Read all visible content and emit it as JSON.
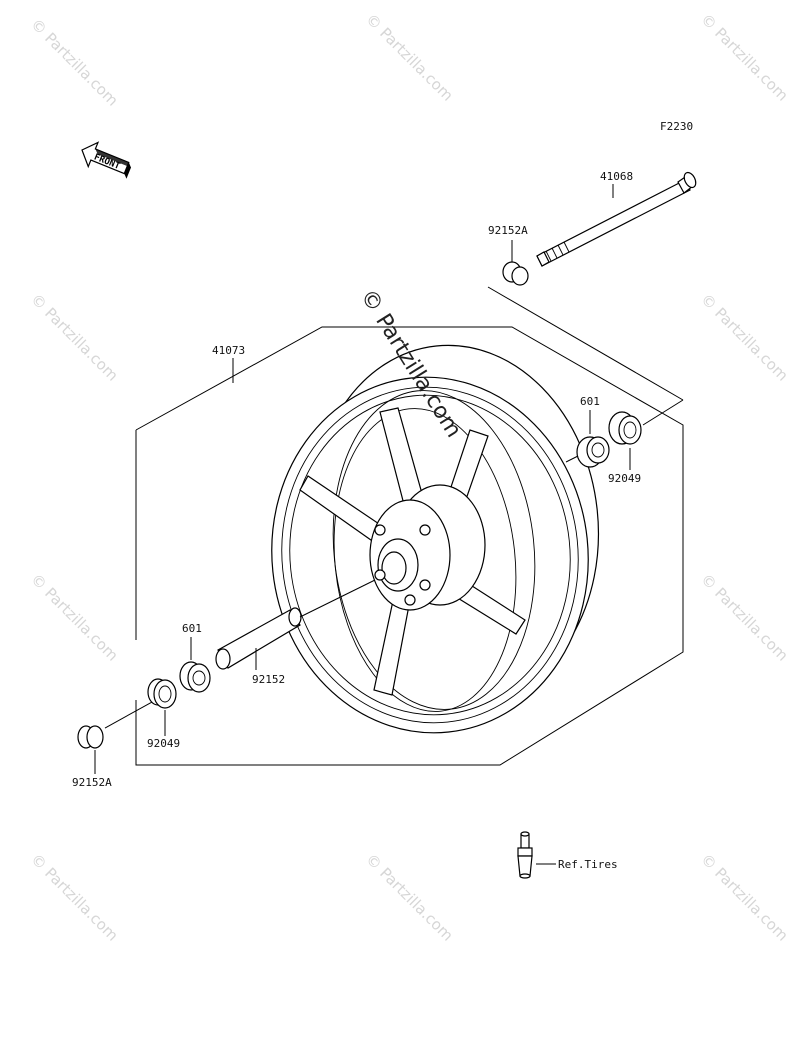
{
  "figure_code": "F2230",
  "front_arrow_label": "FRONT",
  "watermark": "© Partzilla.com",
  "parts": {
    "axle": "41068",
    "collar_top": "92152A",
    "wheel": "41073",
    "bearing_right": "601",
    "seal_right": "92049",
    "bearing_left": "601",
    "spacer": "92152",
    "seal_left": "92049",
    "collar_bottom": "92152A"
  },
  "ref_label": "Ref.Tires"
}
